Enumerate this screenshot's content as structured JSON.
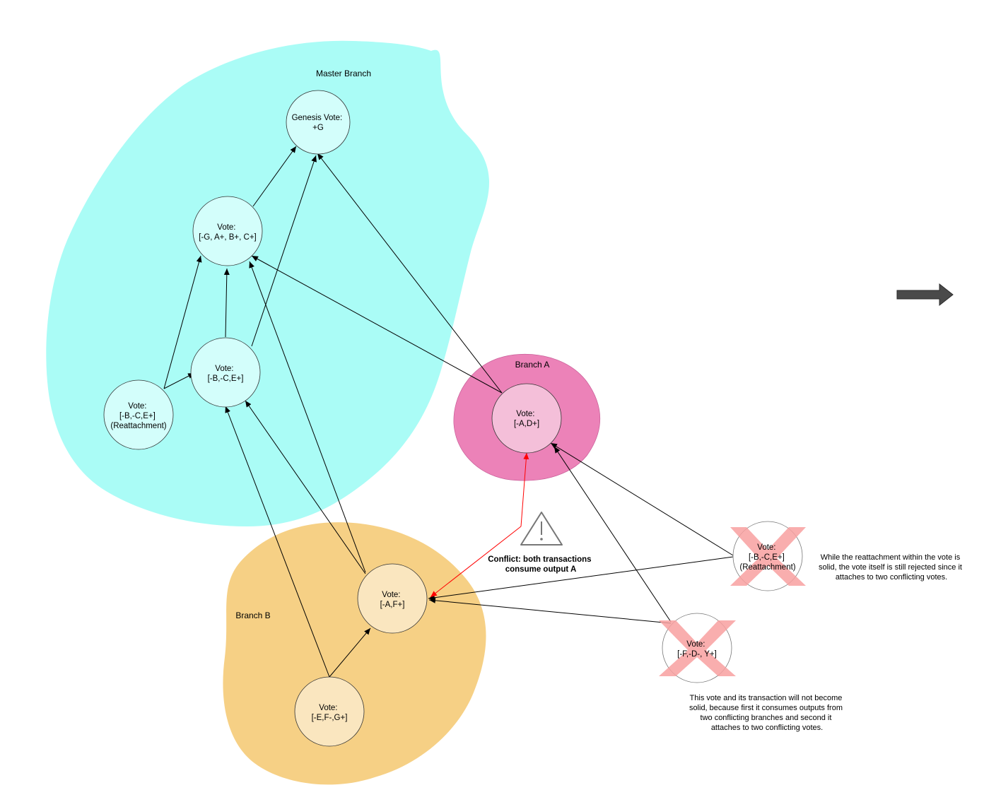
{
  "regions": {
    "master": {
      "label": "Master Branch",
      "color": "#aafcf6"
    },
    "branch_a": {
      "label": "Branch A",
      "color": "#ec82b8"
    },
    "branch_b": {
      "label": "Branch B",
      "color": "#f6d085"
    }
  },
  "nodes": {
    "genesis": {
      "lines": [
        "Genesis Vote:",
        "+G"
      ]
    },
    "vote_gabc": {
      "lines": [
        "Vote:",
        "[-G, A+, B+, C+]"
      ]
    },
    "vote_bce": {
      "lines": [
        "Vote:",
        "[-B,-C,E+]"
      ]
    },
    "vote_reattach": {
      "lines": [
        "Vote:",
        "[-B,-C,E+]",
        "(Reattachment)"
      ]
    },
    "vote_ad": {
      "lines": [
        "Vote:",
        "[-A,D+]"
      ]
    },
    "vote_af": {
      "lines": [
        "Vote:",
        "[-A,F+]"
      ]
    },
    "vote_efg": {
      "lines": [
        "Vote:",
        "[-E,F-,G+]"
      ]
    },
    "vote_rejected_reattach": {
      "lines": [
        "Vote:",
        "[-B,-C,E+]",
        "(Reattachment)"
      ]
    },
    "vote_rejected_fdy": {
      "lines": [
        "Vote:",
        "[-F,-D-, Y+]"
      ]
    }
  },
  "conflict": {
    "lines": [
      "Conflict: both transactions",
      "consume output A"
    ]
  },
  "notes": {
    "reattachment_note": [
      "While the reattachment within the vote is",
      "solid, the vote itself is still rejected since it",
      "attaches to two conflicting votes."
    ],
    "fdy_note": [
      "This vote and its transaction will not become",
      "solid, because first it consumes outputs from",
      "two conflicting branches and second it",
      "attaches to two conflicting votes."
    ]
  },
  "colors": {
    "node_master": "#d3fefb",
    "node_a": "#f4bfd9",
    "node_b": "#fae6bf",
    "conflict_line": "#ff0000",
    "reject_cross": "#f8a0a0",
    "next_arrow": "#4a4a4a"
  }
}
